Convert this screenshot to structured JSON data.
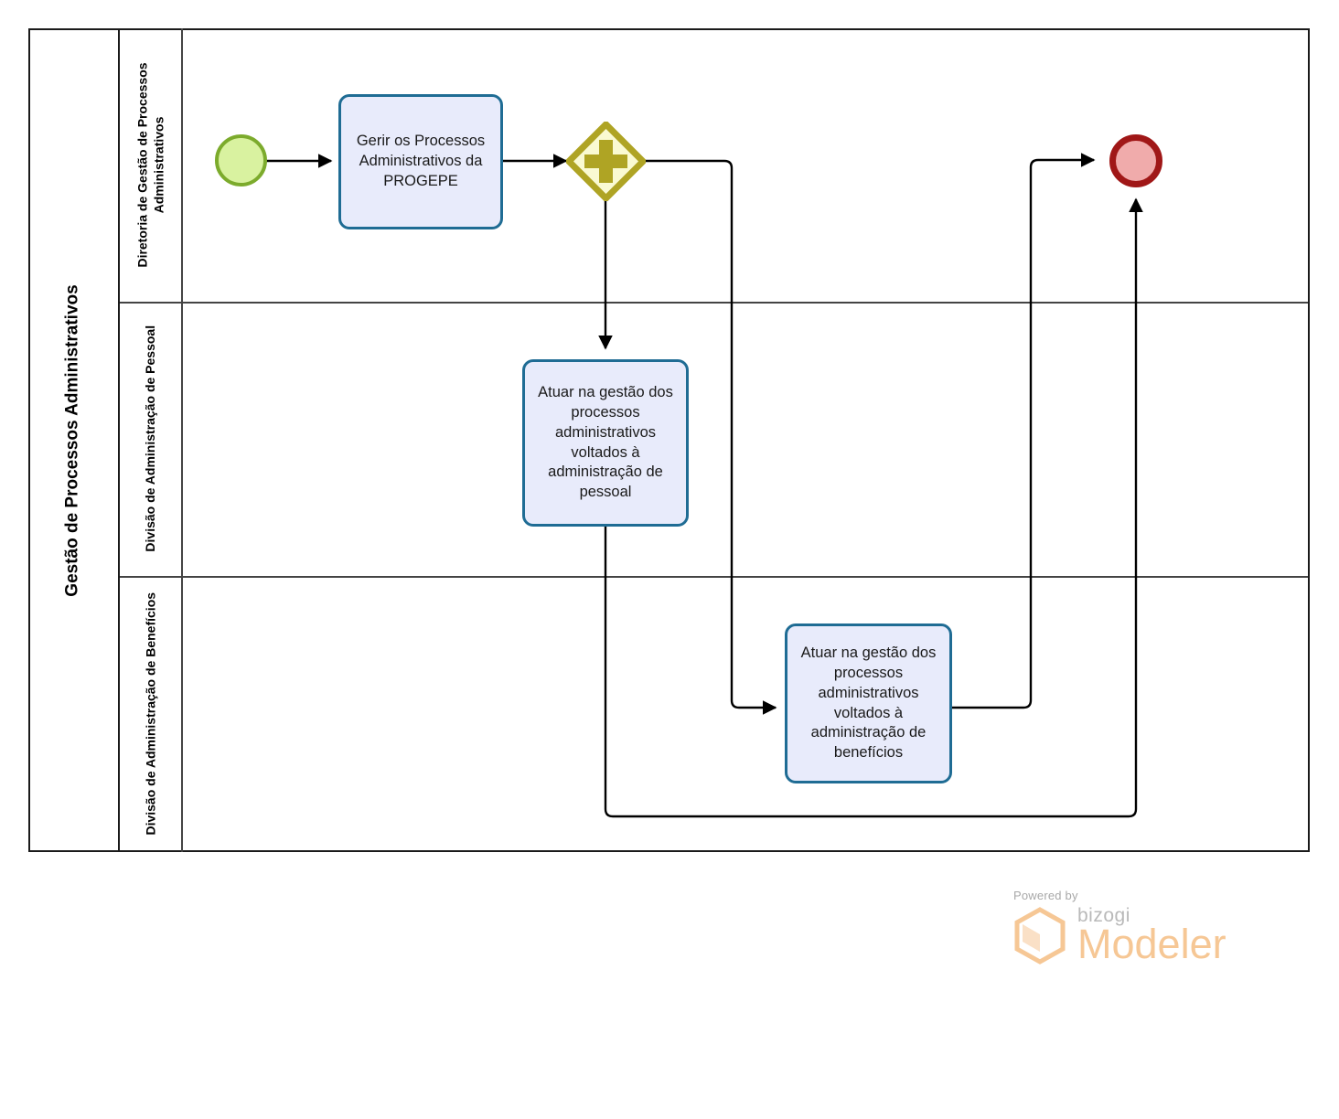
{
  "diagram": {
    "type": "bpmn-process-diagram",
    "pool": {
      "title": "Gestão de Processos Administrativos",
      "lanes": [
        {
          "id": "lane-diretoria",
          "label": "Diretoria de Gestão de Processos Administrativos"
        },
        {
          "id": "lane-pessoal",
          "label": "Divisão de Administração de Pessoal"
        },
        {
          "id": "lane-beneficios",
          "label": "Divisão de Administração de Benefícios"
        }
      ]
    },
    "events": {
      "start": {
        "name": "start-event",
        "label": "",
        "fill": "#D9F2A0",
        "stroke": "#7CAB2C"
      },
      "end": {
        "name": "end-event",
        "label": "",
        "fill": "#F0ABAB",
        "stroke": "#A01717"
      }
    },
    "gateway": {
      "name": "parallel-gateway",
      "symbol": "+",
      "fill": "#FAFAD2",
      "stroke": "#AFA424"
    },
    "tasks": [
      {
        "id": "task-gerir",
        "label": "Gerir os Processos Administrativos da PROGEPE",
        "lane": "lane-diretoria"
      },
      {
        "id": "task-pessoal",
        "label": "Atuar na gestão dos processos administrativos voltados à administração de pessoal",
        "lane": "lane-pessoal"
      },
      {
        "id": "task-beneficios",
        "label": "Atuar na gestão dos processos administrativos voltados à administração de benefícios",
        "lane": "lane-beneficios"
      }
    ],
    "colors": {
      "task_fill": "#E8EBFB",
      "task_stroke": "#1F6C94",
      "flow_stroke": "#000000",
      "lane_stroke": "#444444",
      "pool_stroke": "#1a1a1a"
    }
  },
  "watermark": {
    "powered_by": "Powered by",
    "brand": "bizogi",
    "product": "Modeler"
  }
}
